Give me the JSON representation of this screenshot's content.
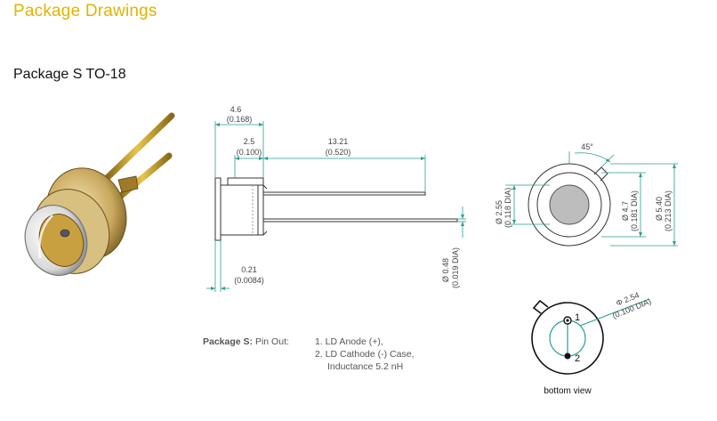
{
  "page": {
    "title": "Package Drawings",
    "subtitle": "Package S  TO-18"
  },
  "side_view": {
    "width_mm": "4.6",
    "width_in": "(0.168)",
    "cap_mm": "2.5",
    "cap_in": "(0.100)",
    "lead_mm": "13.21",
    "lead_in": "(0.520)",
    "flange_mm": "0.21",
    "flange_in": "(0.0084)",
    "pin_dia": "Ø 0.48",
    "pin_dia_in": "(0.019 DIA)"
  },
  "front_view": {
    "window": "Ø 2.55",
    "window_in": "(0.118 DIA)",
    "cap": "Ø 4.7",
    "cap_in": "(0.181 DIA)",
    "base": "Ø 5.40",
    "base_in": "(0.213 DIA)",
    "angle": "45°"
  },
  "bottom_view": {
    "pitch": "Φ 2.54",
    "pitch_in": "(0.100 DIA)",
    "pin1": "1",
    "pin2": "2",
    "label": "bottom view"
  },
  "pinout": {
    "label_bold": "Package S:",
    "label_rest": " Pin Out:",
    "item1": "1. LD Anode (+),",
    "item2": "2. LD Cathode (-) Case,",
    "item3": "Inductance 5.2 nH"
  },
  "colors": {
    "title": "#e0b400",
    "line": "#333333",
    "dimension": "#2a9d8f"
  }
}
